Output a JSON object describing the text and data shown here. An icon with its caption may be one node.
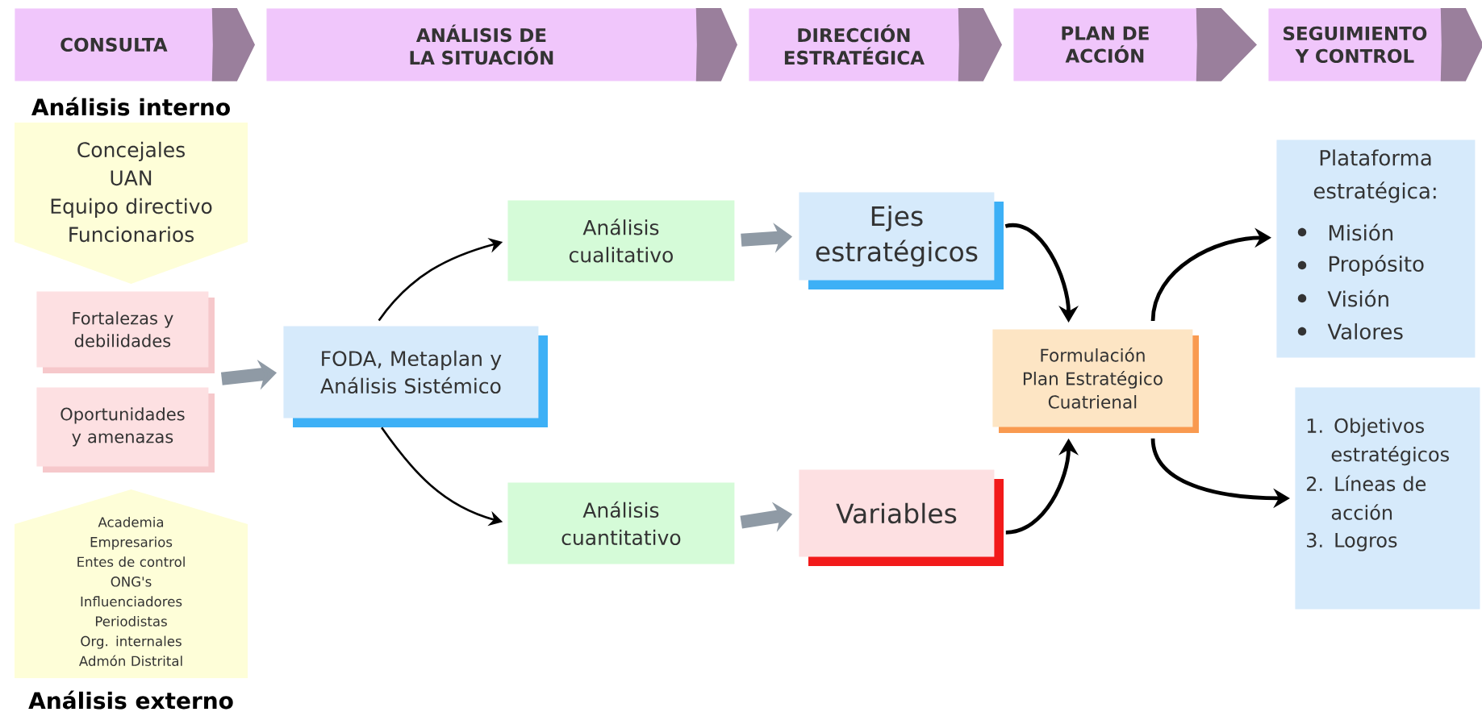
{
  "diagram": {
    "nodes": [
      {
        "text": [
          "CONSULTA"
        ]
      },
      {
        "text": [
          "ANÁLISIS DE LA SITUACIÓN"
        ]
      },
      {
        "text": [
          "DIRECCIÓN ESTRATÉGICA"
        ]
      },
      {
        "text": [
          "PLAN DE ACCIÓN"
        ]
      },
      {
        "text": [
          "SEGUIMIENTO Y CONTROL"
        ]
      },
      {
        "text": [
          "Análisis interno",
          "Concejales",
          "UAN",
          "Equipo directivo",
          "Funcionarios"
        ]
      },
      {
        "text": [
          "Fortalezas y debilidades"
        ]
      },
      {
        "text": [
          "Oportunidades y amenazas"
        ]
      },
      {
        "text": [
          "Academia",
          "Empresarios",
          "Entes de control",
          "ONG's",
          "Influenciadores",
          "Periodistas",
          "Org. internales",
          "Admón Distrital",
          "Análisis externo"
        ]
      },
      {
        "text": [
          "FODA, Metaplan y Análisis Sistémico"
        ]
      },
      {
        "text": [
          "Análisis cualitativo"
        ]
      },
      {
        "text": [
          "Análisis cuantitativo"
        ]
      },
      {
        "text": [
          "Ejes estratégicos"
        ]
      },
      {
        "text": [
          "Variables"
        ]
      },
      {
        "text": [
          "Formulación Plan Estratégico Cuatrienal"
        ]
      },
      {
        "text": [
          "Plataforma estratégica:",
          "Misión",
          "Propósito",
          "Visión",
          "Valores"
        ]
      },
      {
        "text": [
          "1. Objetivos estratégicos",
          "2. Líneas de acción",
          "3. Logros"
        ]
      }
    ],
    "edges": [
      {
        "from": 0,
        "to": 1,
        "arrow": "to",
        "color": "#9a7f9c"
      },
      {
        "from": 1,
        "to": 2,
        "arrow": "to",
        "color": "#9a7f9c"
      },
      {
        "from": 2,
        "to": 3,
        "arrow": "to",
        "color": "#9a7f9c"
      },
      {
        "from": 3,
        "to": 4,
        "arrow": "to",
        "color": "#9a7f9c"
      },
      {
        "from": 4,
        "to": null,
        "arrow": "to",
        "color": "#9a7f9c"
      },
      {
        "from": 6,
        "to": 9,
        "arrow": "to",
        "style": "thick",
        "color": "#8f9aa5"
      },
      {
        "from": 9,
        "to": 10,
        "arrow": "to"
      },
      {
        "from": 9,
        "to": 11,
        "arrow": "to"
      },
      {
        "from": 10,
        "to": 12,
        "arrow": "to",
        "style": "thick",
        "color": "#8f9aa5"
      },
      {
        "from": 11,
        "to": 13,
        "arrow": "to",
        "style": "thick",
        "color": "#8f9aa5"
      },
      {
        "from": 12,
        "to": 14,
        "arrow": "to"
      },
      {
        "from": 13,
        "to": 14,
        "arrow": "to"
      },
      {
        "from": 14,
        "to": 15,
        "arrow": "to"
      },
      {
        "from": 14,
        "to": 16,
        "arrow": "to"
      }
    ]
  }
}
